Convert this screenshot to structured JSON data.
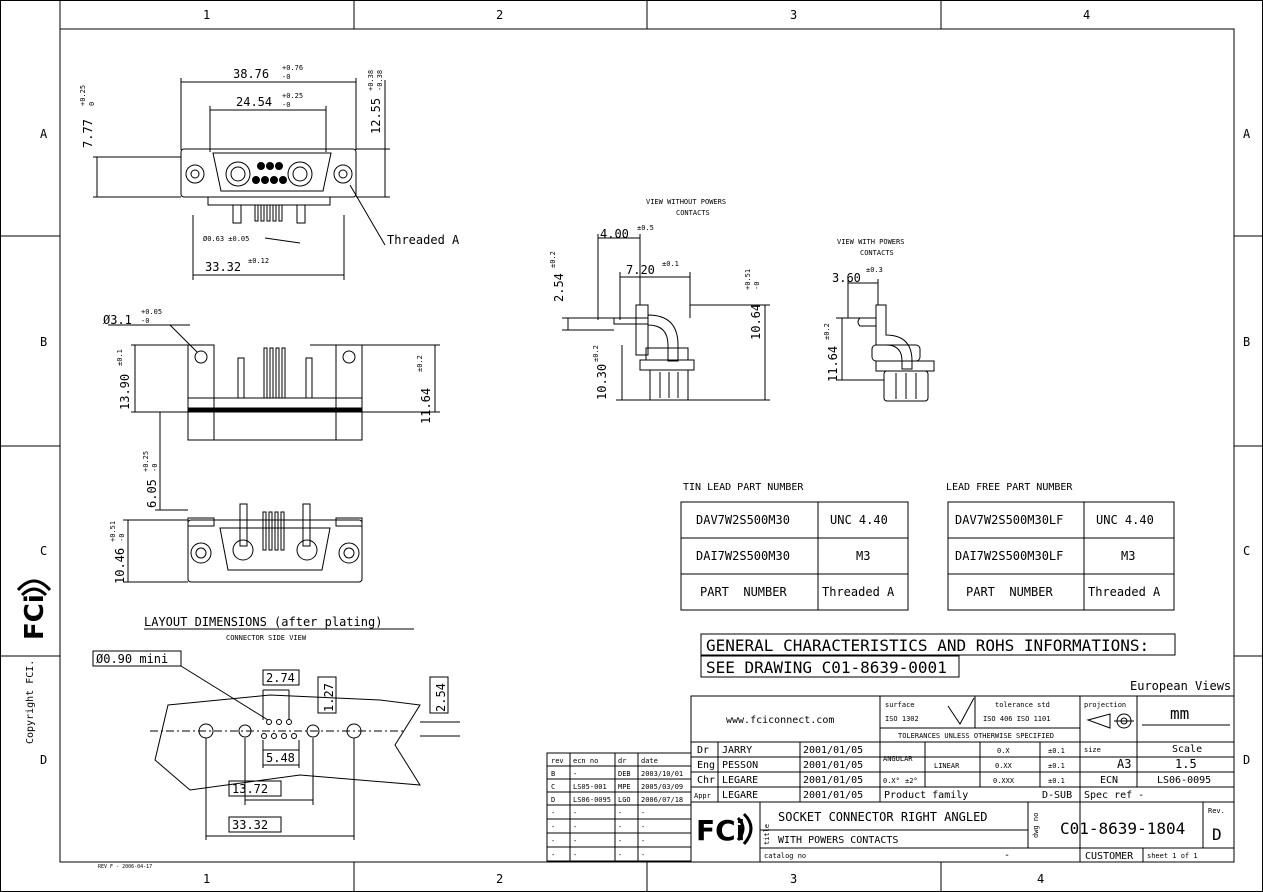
{
  "grid": {
    "columns": [
      "1",
      "2",
      "3",
      "4"
    ],
    "rows": [
      "A",
      "B",
      "C",
      "D"
    ]
  },
  "side_text": {
    "copyright": "Copyright FCI."
  },
  "top_view": {
    "dim_width_total": "38.76",
    "dim_width_total_tol": "+0.76",
    "dim_width_total_tol2": "-0",
    "dim_width_inner": "24.54",
    "dim_width_inner_tol": "+0.25",
    "dim_width_inner_tol2": "-0",
    "dim_height_right": "12.55",
    "dim_height_right_tol": "+0.38",
    "dim_height_right_tol2": "-0.38",
    "dim_height_left": "7.77",
    "dim_height_left_tol": "+0.25",
    "dim_height_left_tol2": "0",
    "dim_pin": "Ø0.63 ±0.05",
    "dim_bottom": "33.32",
    "dim_bottom_tol": "±0.12",
    "threaded_label": "Threaded A"
  },
  "front_view": {
    "dim_hole": "Ø3.1",
    "dim_hole_tol": "+0.05",
    "dim_hole_tol2": "-0",
    "dim_height_left": "13.90",
    "dim_height_left_tol": "±0.1",
    "dim_height_right": "11.64",
    "dim_height_right_tol": "±0.2",
    "dim_lower": "6.05",
    "dim_lower_tol": "+0.25",
    "dim_lower_tol2": "-0"
  },
  "bottom_view": {
    "dim_height": "10.46",
    "dim_height_tol": "+0.51",
    "dim_height_tol2": "-0"
  },
  "side_view_no_powers": {
    "title_line1": "VIEW WITHOUT POWERS",
    "title_line2": "CONTACTS",
    "dim_a": "4.00",
    "dim_a_tol": "±0.5",
    "dim_b": "7.20",
    "dim_b_tol": "±0.1",
    "dim_c": "2.54",
    "dim_c_tol": "±0.2",
    "dim_d": "10.64",
    "dim_d_tol": "+0.51",
    "dim_d_tol2": "-0",
    "dim_e": "10.30",
    "dim_e_tol": "±0.2"
  },
  "side_view_powers": {
    "title_line1": "VIEW WITH POWERS",
    "title_line2": "CONTACTS",
    "dim_a": "3.60",
    "dim_a_tol": "±0.3",
    "dim_b": "11.64",
    "dim_b_tol": "±0.2"
  },
  "layout": {
    "title": "LAYOUT DIMENSIONS (after plating)",
    "subtitle": "CONNECTOR SIDE VIEW",
    "dim_hole": "Ø0.90 mini",
    "dim_274": "2.74",
    "dim_127": "1.27",
    "dim_254": "2.54",
    "dim_548": "5.48",
    "dim_1372": "13.72",
    "dim_3332": "33.32"
  },
  "tin_table": {
    "title": "TIN LEAD PART NUMBER",
    "rows": [
      [
        "DAV7W2S500M30",
        "UNC 4.40"
      ],
      [
        "DAI7W2S500M30",
        "M3"
      ],
      [
        "PART  NUMBER",
        "Threaded A"
      ]
    ]
  },
  "lead_free_table": {
    "title": "LEAD FREE PART NUMBER",
    "rows": [
      [
        "DAV7W2S500M30LF",
        "UNC 4.40"
      ],
      [
        "DAI7W2S500M30LF",
        "M3"
      ],
      [
        "PART  NUMBER",
        "Threaded A"
      ]
    ]
  },
  "general": {
    "line1": "GENERAL CHARACTERISTICS AND ROHS INFORMATIONS:",
    "line2": "SEE DRAWING C01-8639-0001"
  },
  "title_block": {
    "european_views": "European Views",
    "website": "www.fciconnect.com",
    "surface": "surface",
    "iso_1302": "ISO 1302",
    "tolerance_std": "tolerance std",
    "iso_std": "ISO 406  ISO 1101",
    "tol_unless": "TOLERANCES UNLESS OTHERWISE SPECIFIED",
    "projection": "projection",
    "units": "mm",
    "angular": "ANGULAR",
    "angular_val1": "0.X°",
    "angular_val2": "±2°",
    "linear": "LINEAR",
    "lin_rows": [
      [
        "0.X",
        "±0.1"
      ],
      [
        "0.XX",
        "±0.1"
      ],
      [
        "0.XXX",
        "±0.1"
      ]
    ],
    "size_label": "size",
    "size_val": "A3",
    "scale_label": "Scale",
    "scale_val": "1.5",
    "ecn_label": "ECN",
    "ecn_val": "LS06-0095",
    "people": [
      [
        "Dr",
        "JARRY",
        "2001/01/05"
      ],
      [
        "Eng",
        "PESSON",
        "2001/01/05"
      ],
      [
        "Chr",
        "LEGARE",
        "2001/01/05"
      ],
      [
        "Appr",
        "LEGARE",
        "2001/01/05"
      ]
    ],
    "product_family": "Product family",
    "family_val": "D-SUB",
    "spec_ref": "Spec ref  -",
    "title1": "SOCKET CONNECTOR RIGHT ANGLED",
    "title2": "WITH POWERS CONTACTS",
    "title_side": "title",
    "dwg_side": "dwg no",
    "dwg_no": "C01-8639-1804",
    "rev_label": "Rev.",
    "rev_val": "D",
    "catalog": "catalog no",
    "catalog_val": "-",
    "customer": "CUSTOMER",
    "sheet": "sheet 1 of 1",
    "logo": "FCi"
  },
  "revisions": {
    "headers": [
      "rev",
      "ecn no",
      "dr",
      "date"
    ],
    "rows": [
      [
        "B",
        "-",
        "DEB",
        "2003/10/01"
      ],
      [
        "C",
        "LS05-001",
        "MPE",
        "2005/03/09"
      ],
      [
        "D",
        "LS06-0095",
        "LGO",
        "2006/07/18"
      ],
      [
        "-",
        "-",
        "-",
        "-"
      ],
      [
        "-",
        "-",
        "-",
        "-"
      ],
      [
        "-",
        "-",
        "-",
        "-"
      ],
      [
        "-",
        "-",
        "-",
        "-"
      ]
    ]
  },
  "footer_rev": "REV F - 2006-04-17",
  "logo_side": "FCi"
}
